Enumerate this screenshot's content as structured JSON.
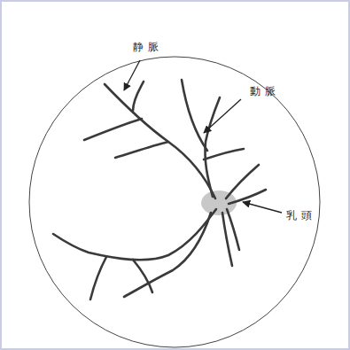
{
  "diagram": {
    "labels": [
      "静脈",
      "動脈",
      "乳頭"
    ]
  }
}
